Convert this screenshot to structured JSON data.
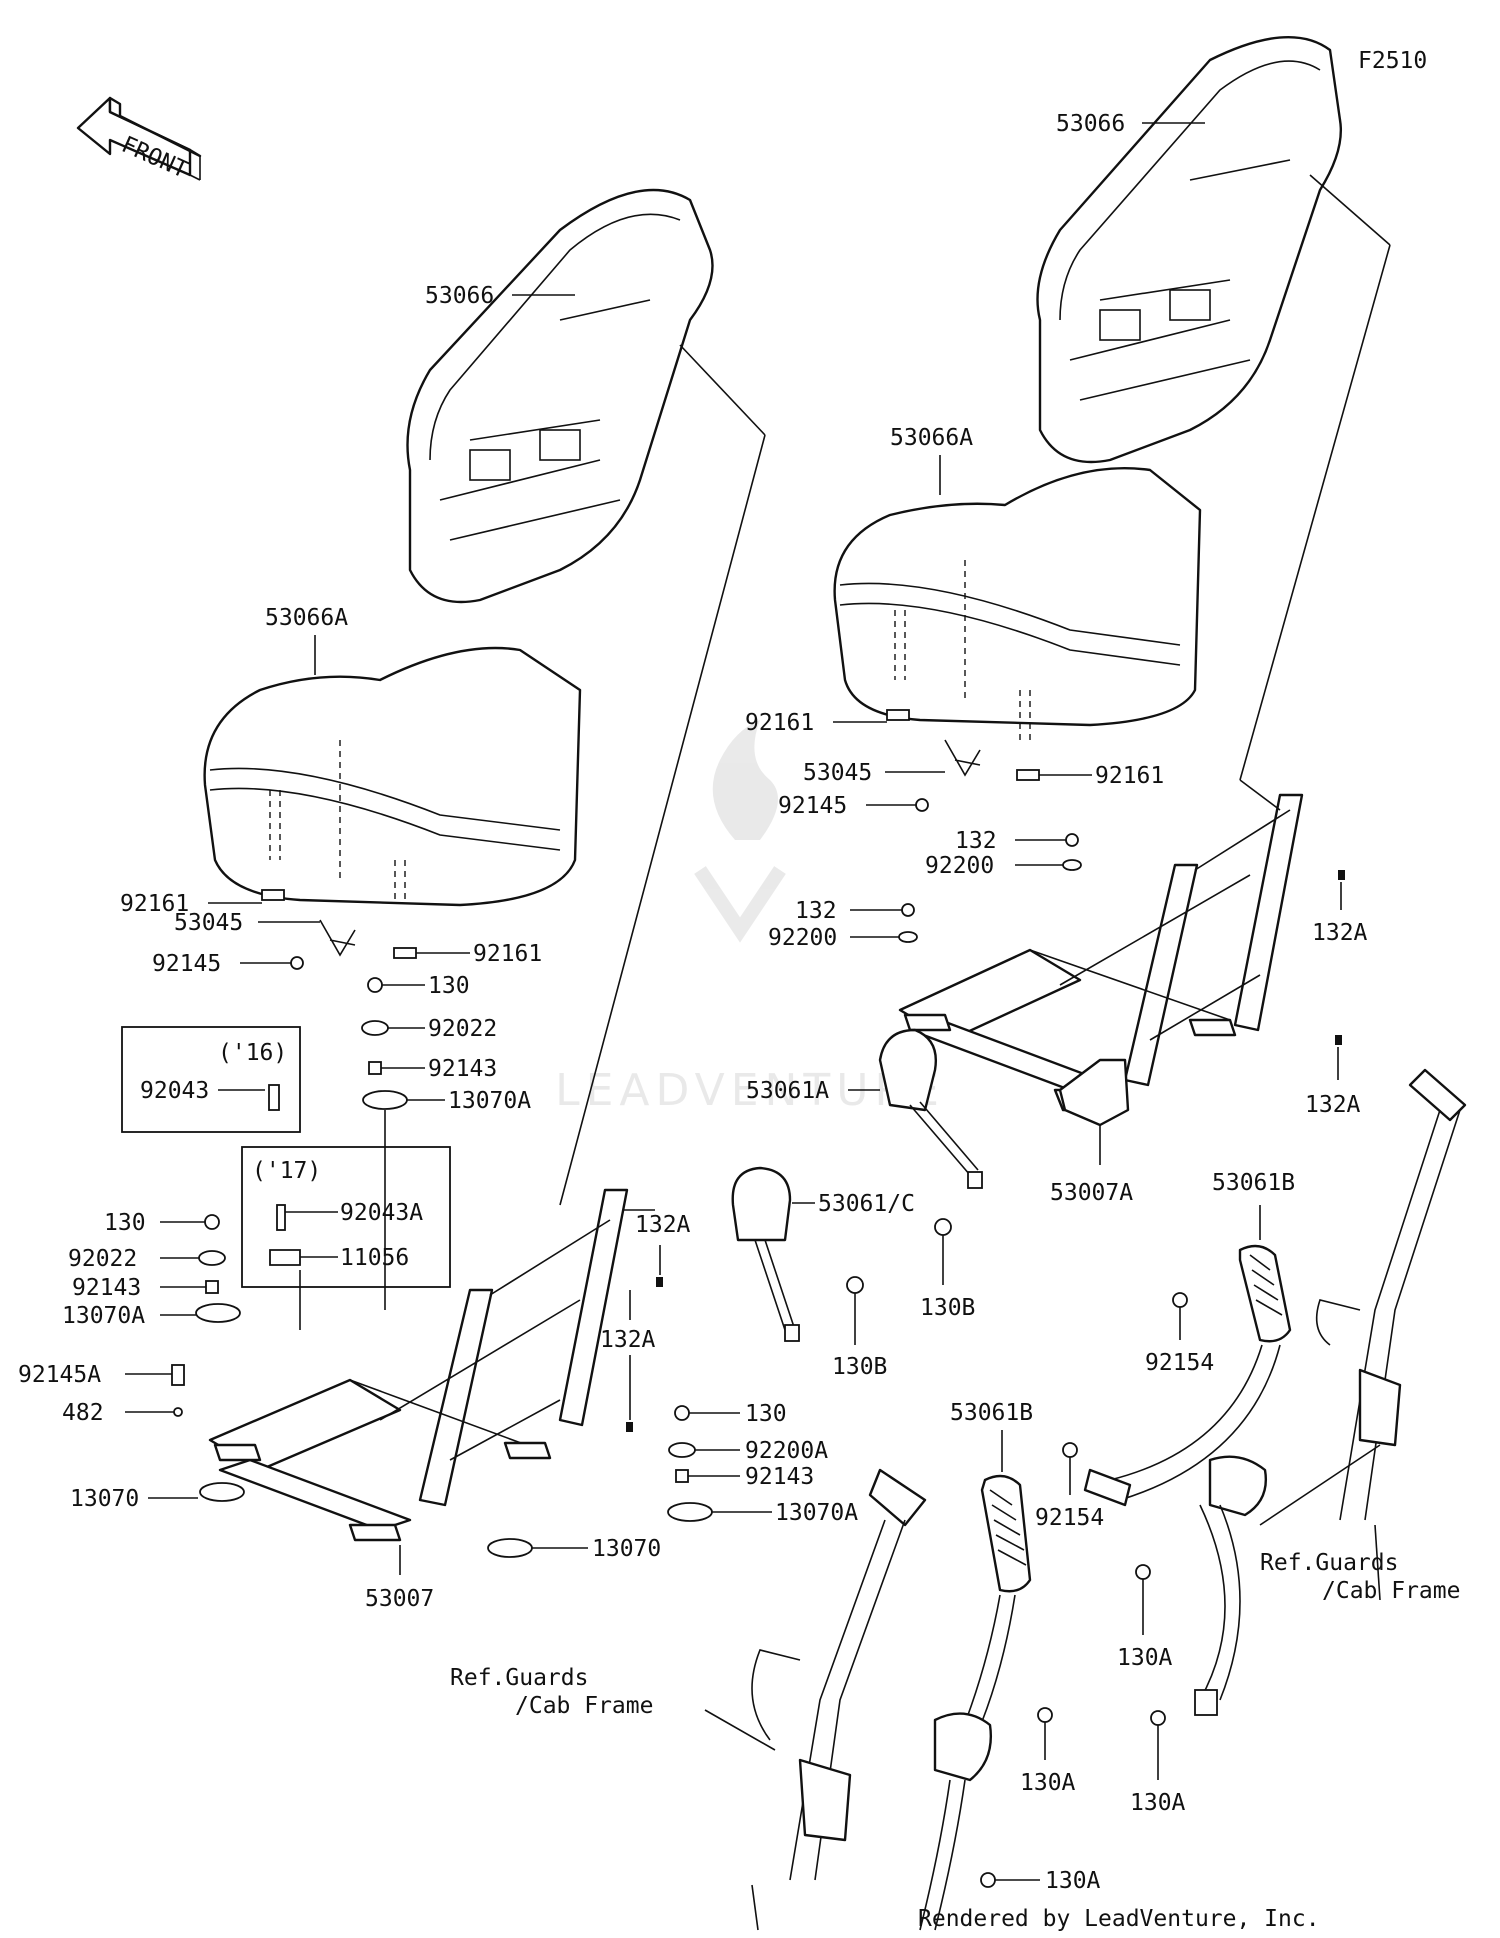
{
  "diagram_code": "F2510",
  "front_label": "FRONT",
  "credit": "Rendered by LeadVenture, Inc.",
  "watermark": "LEADVENTURE",
  "year_boxes": {
    "y16": "('16)",
    "y17": "('17)"
  },
  "labels": {
    "l53066_a": "53066",
    "l53066_b": "53066",
    "l53066A_a": "53066A",
    "l53066A_b": "53066A",
    "l92161_a": "92161",
    "l92161_b": "92161",
    "l92161_c": "92161",
    "l92161_d": "92161",
    "l53045_a": "53045",
    "l53045_b": "53045",
    "l92145_a": "92145",
    "l92145_b": "92145",
    "l130_a": "130",
    "l92022_a": "92022",
    "l92143_a": "92143",
    "l13070A_a": "13070A",
    "l92043": "92043",
    "l92043A": "92043A",
    "l11056": "11056",
    "l130_b": "130",
    "l92022_b": "92022",
    "l92143_b": "92143",
    "l13070A_b": "13070A",
    "l92145A": "92145A",
    "l482": "482",
    "l13070_a": "13070",
    "l13070_b": "13070",
    "l53007": "53007",
    "l132A_a": "132A",
    "l132A_b": "132A",
    "l130_c": "130",
    "l92200A": "92200A",
    "l92143_c": "92143",
    "l13070A_c": "13070A",
    "l53061C": "53061/C",
    "l130B_a": "130B",
    "l130B_b": "130B",
    "l53061A": "53061A",
    "l53007A": "53007A",
    "l132_a": "132",
    "l92200_a": "92200",
    "l132_b": "132",
    "l92200_b": "92200",
    "l132A_c": "132A",
    "l132A_d": "132A",
    "l53061B_a": "53061B",
    "l53061B_b": "53061B",
    "l92154_a": "92154",
    "l92154_b": "92154",
    "l130A_a": "130A",
    "l130A_b": "130A",
    "l130A_c": "130A",
    "l130A_d": "130A",
    "ref_a_1": "Ref.Guards",
    "ref_a_2": "/Cab Frame",
    "ref_b_1": "Ref.Guards",
    "ref_b_2": "/Cab Frame"
  }
}
